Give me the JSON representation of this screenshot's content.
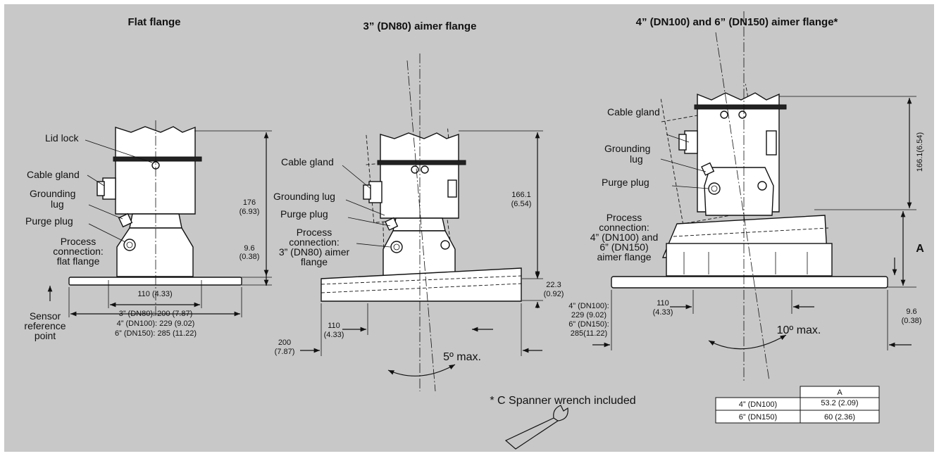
{
  "titles": {
    "flat": "Flat flange",
    "dn80": "3” (DN80) aimer flange",
    "dn100_150": "4” (DN100) and 6” (DN150) aimer flange*"
  },
  "labels": {
    "lid_lock": "Lid lock",
    "cable_gland": "Cable gland",
    "grounding": "Grounding",
    "lug": "lug",
    "grounding_lug": "Grounding lug",
    "purge_plug": "Purge plug"
  },
  "flat": {
    "process_1": "Process",
    "process_2": "connection:",
    "process_3": "flat flange",
    "dim_height_mm": "176",
    "dim_height_in": "(6.93)",
    "dim_thick_mm": "9.6",
    "dim_thick_in": "(0.38)",
    "dim_bolt": "110 (4.33)",
    "dim_dn80": "3” (DN80): 200 (7.87)",
    "dim_dn100": "4” (DN100): 229 (9.02)",
    "dim_dn150": "6” (DN150): 285 (11.22)",
    "sensor_1": "Sensor",
    "sensor_2": "reference",
    "sensor_3": "point"
  },
  "dn80": {
    "process_1": "Process",
    "process_2": "connection:",
    "process_3": "3” (DN80) aimer",
    "process_4": "flange",
    "dim_height_mm": "166.1",
    "dim_height_in": "(6.54)",
    "dim_thick_mm": "22.3",
    "dim_thick_in": "(0.92)",
    "dim_bolt_mm": "110",
    "dim_bolt_in": "(4.33)",
    "dim_dia_mm": "200",
    "dim_dia_in": "(7.87)",
    "angle": "5º max."
  },
  "dn100": {
    "process_1": "Process",
    "process_2": "connection:",
    "process_3": "4” (DN100) and",
    "process_4": "6” (DN150)",
    "process_5": "aimer flange",
    "dim_height": "166.1(6.54)",
    "dim_a": "A",
    "dim_bolt_mm": "110",
    "dim_bolt_in": "(4.33)",
    "dim_dn100_label": "4” (DN100):",
    "dim_dn100_val": "229 (9.02)",
    "dim_dn150_label": "6” (DN150):",
    "dim_dn150_val": "285(11.22)",
    "dim_thick_mm": "9.6",
    "dim_thick_in": "(0.38)",
    "angle": "10º max."
  },
  "note": "* C Spanner wrench included",
  "table": {
    "header": "A",
    "rows": [
      {
        "size": "4” (DN100)",
        "value": "53.2 (2.09)"
      },
      {
        "size": "6” (DN150)",
        "value": "60 (2.36)"
      }
    ]
  }
}
